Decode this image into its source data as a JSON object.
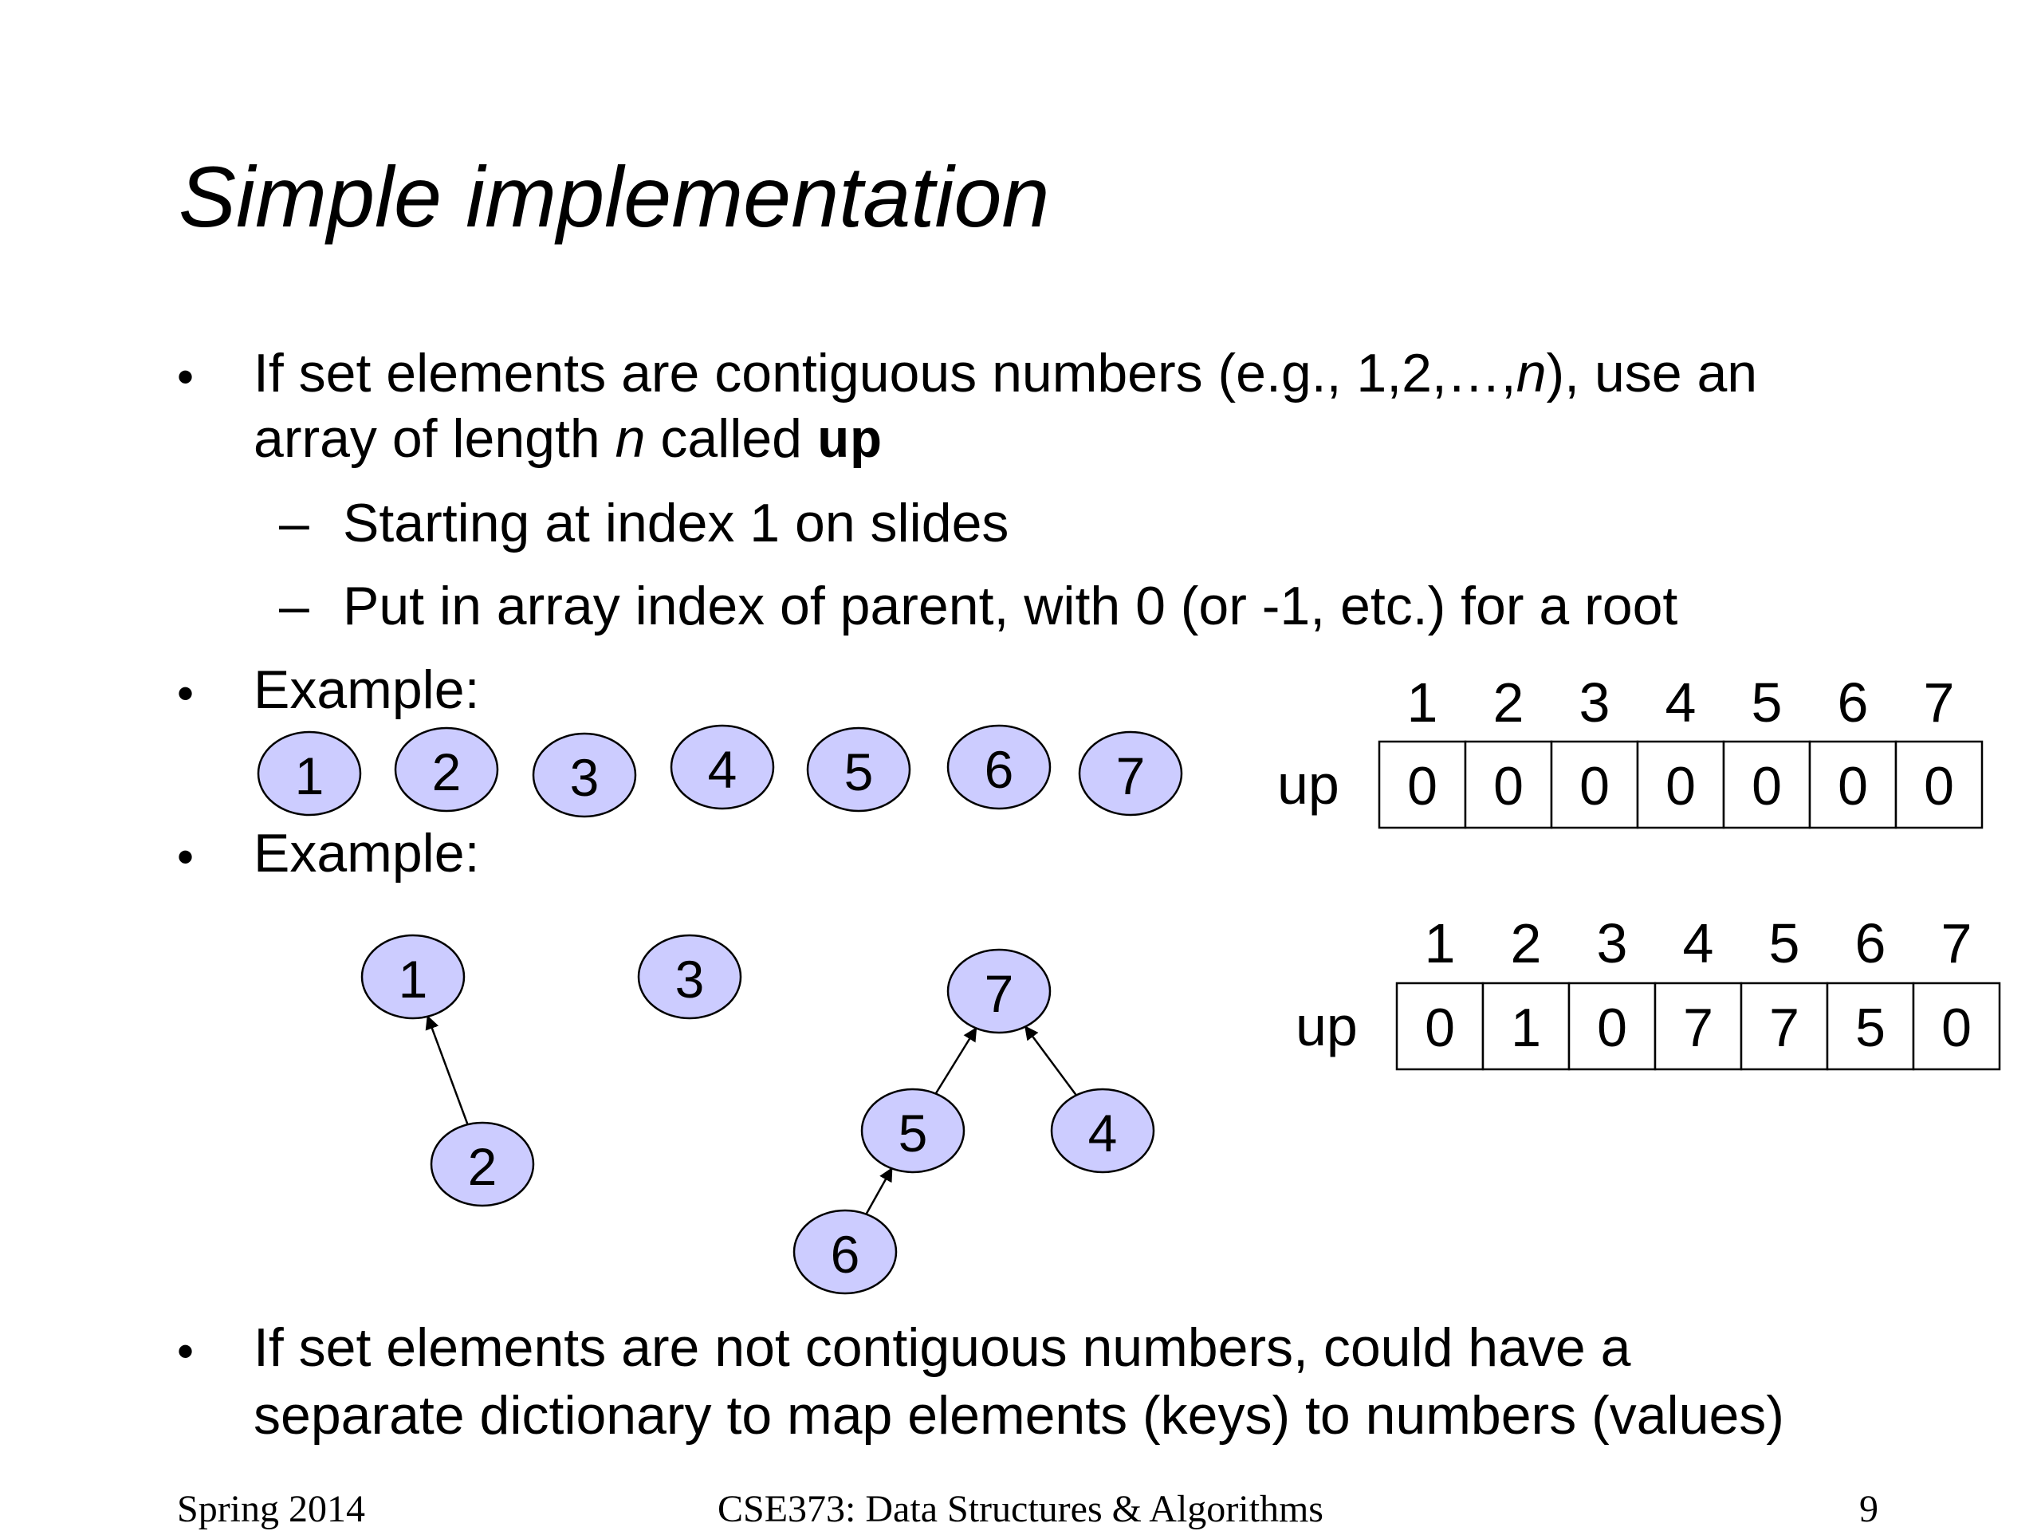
{
  "title": "Simple implementation",
  "bullet_char": "•",
  "dash_char": "–",
  "bullets": {
    "b1_line1_pre": "If set elements are contiguous numbers (e.g., 1,2,…,",
    "b1_line1_em": "n",
    "b1_line1_post": "), use an",
    "b1_line2_pre": "array of length ",
    "b1_line2_em": "n",
    "b1_line2_mid": " called ",
    "b1_line2_code": "up",
    "sub1": "Starting at index 1 on slides",
    "sub2": "Put in array index of parent, with 0 (or -1, etc.) for a root",
    "example1": "Example:",
    "example2": "Example:",
    "b4_line1": "If set elements are not contiguous numbers, could have a",
    "b4_line2": "separate dictionary to map elements (keys) to numbers (values)"
  },
  "example1": {
    "nodes": [
      "1",
      "2",
      "3",
      "4",
      "5",
      "6",
      "7"
    ],
    "array_label": "up",
    "indices": [
      "1",
      "2",
      "3",
      "4",
      "5",
      "6",
      "7"
    ],
    "values": [
      "0",
      "0",
      "0",
      "0",
      "0",
      "0",
      "0"
    ]
  },
  "example2": {
    "nodes": [
      "1",
      "2",
      "3",
      "4",
      "5",
      "6",
      "7"
    ],
    "edges": [
      {
        "from": "2",
        "to": "1"
      },
      {
        "from": "5",
        "to": "7"
      },
      {
        "from": "4",
        "to": "7"
      },
      {
        "from": "6",
        "to": "5"
      }
    ],
    "array_label": "up",
    "indices": [
      "1",
      "2",
      "3",
      "4",
      "5",
      "6",
      "7"
    ],
    "values": [
      "0",
      "1",
      "0",
      "7",
      "7",
      "5",
      "0"
    ]
  },
  "colors": {
    "node_fill": "#ccccff",
    "stroke": "#000000"
  },
  "footer": {
    "left": "Spring 2014",
    "center": "CSE373: Data Structures & Algorithms",
    "right": "9"
  }
}
